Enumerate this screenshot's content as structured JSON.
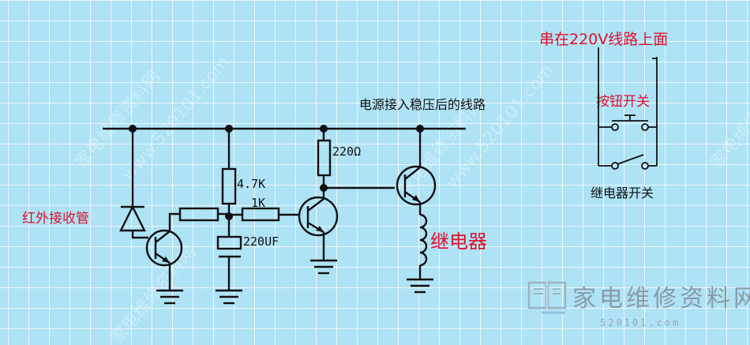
{
  "labels": {
    "power_line": "电源接入稳压后的线路",
    "ir_receiver": "红外接收管",
    "resistor_47k": "4.7K",
    "resistor_1k": "1K",
    "capacitor": "220UF",
    "resistor_220": "220Ω",
    "relay": "继电器",
    "series_note": "串在220V线路上面",
    "button_switch": "按钮开关",
    "relay_switch": "继电器开关"
  },
  "watermark": {
    "text": "家电维修资料网",
    "url": "www.520101.com"
  },
  "logo": {
    "title": "家电维修资料网",
    "url": "520101.com"
  },
  "colors": {
    "background": "#aee2f5",
    "ink": "#111111",
    "annotation_red": "#e0102a",
    "logo_gray": "#8a9aa8"
  }
}
